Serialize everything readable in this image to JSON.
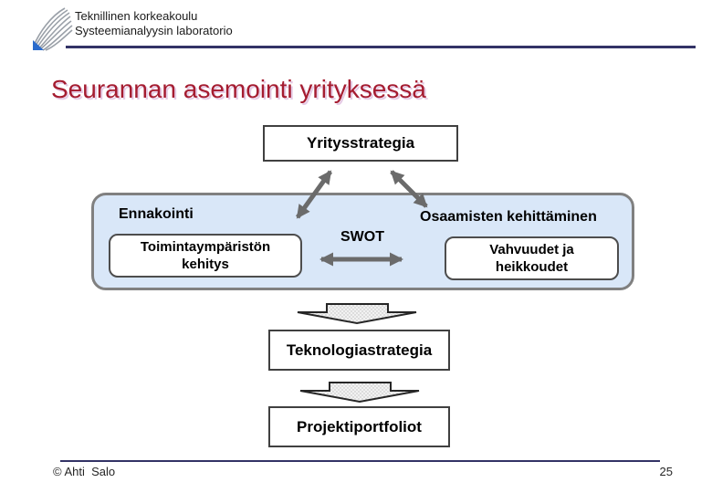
{
  "header": {
    "org_line1": "Teknillinen korkeakoulu",
    "org_line2": "Systeemianalyysin laboratorio"
  },
  "slide": {
    "title": "Seurannan asemointi yrityksessä"
  },
  "diagram": {
    "yritysstrategia": "Yritysstrategia",
    "ennakointi": "Ennakointi",
    "osaamisten_kehittaminen": "Osaamisten kehittäminen",
    "toimintaymparisto_line1": "Toimintaympäristön",
    "toimintaymparisto_line2": "kehitys",
    "swot": "SWOT",
    "vahvuudet_line1": "Vahvuudet ja",
    "vahvuudet_line2": "heikkoudet",
    "teknologiastrategia": "Teknologiastrategia",
    "projektiportfoliot": "Projektiportfoliot"
  },
  "footer": {
    "copyright": "© Ahti  Salo",
    "page_number": "25"
  },
  "icons": {
    "logo": "tkk-fan-logo",
    "double_arrow": "double-headed-arrow",
    "block_arrow": "block-down-arrow"
  },
  "colors": {
    "title_red": "#a51c30",
    "title_shadow": "#cfa0cf",
    "panel_blue_fill": "#d9e7f8",
    "panel_border_gray": "#808080",
    "box_border_dark": "#404040",
    "arrow_gray": "#6b6b6b",
    "rule_navy": "#333366",
    "logo_blue": "#2a6bcc"
  }
}
